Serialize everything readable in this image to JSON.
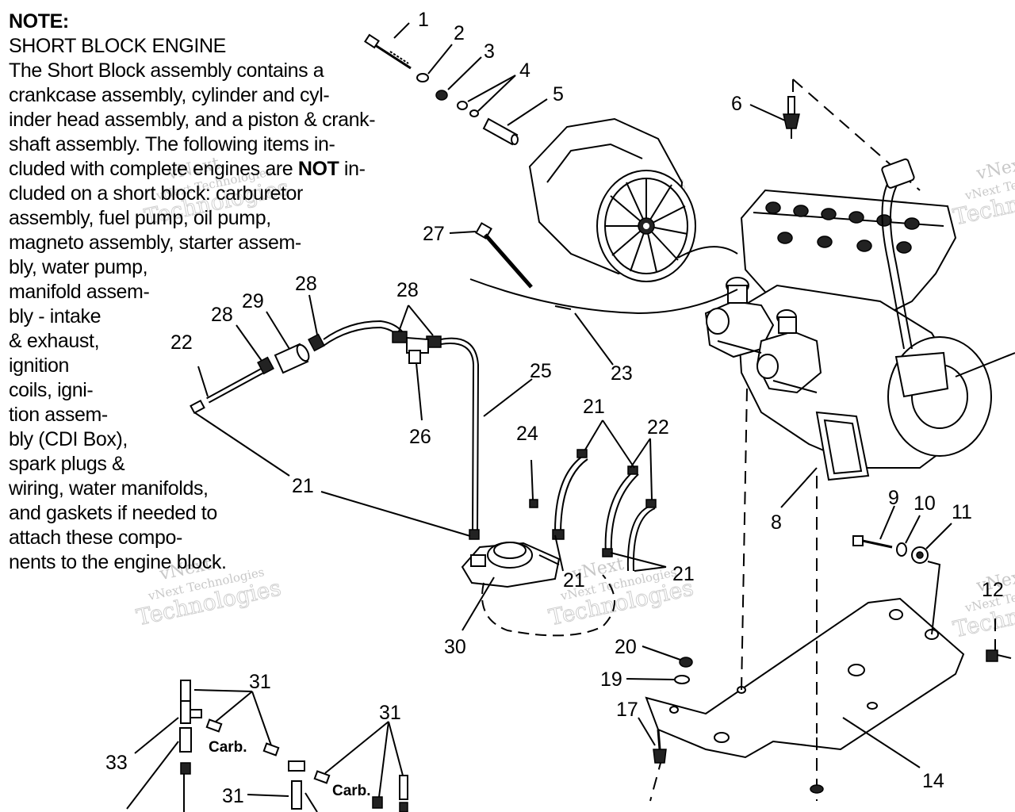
{
  "note": {
    "heading": "NOTE:",
    "subheading": "SHORT BLOCK ENGINE",
    "lines": [
      "The Short Block assembly contains a",
      "crankcase assembly, cylinder and cyl-",
      "inder head assembly, and a piston & crank-",
      "shaft assembly.  The following items in-"
    ],
    "line_not_pre": "cluded with complete engines are ",
    "line_not_bold": "NOT",
    "line_not_post": " in-",
    "lines_after": [
      "cluded on a short block: carburetor",
      "assembly, fuel pump, oil pump,",
      "magneto assembly, starter assem-",
      "bly, water pump,",
      "manifold assem-",
      "bly - intake",
      "& exhaust,",
      "ignition",
      "coils, igni-",
      "tion assem-",
      "bly (CDI Box),",
      "spark plugs &",
      "wiring, water manifolds,",
      "and gaskets if needed to",
      "attach these compo-",
      "nents to the engine block."
    ]
  },
  "callouts": {
    "c1": "1",
    "c2": "2",
    "c3": "3",
    "c4": "4",
    "c5": "5",
    "c6": "6",
    "c8": "8",
    "c9": "9",
    "c10": "10",
    "c11": "11",
    "c12": "12",
    "c14": "14",
    "c17": "17",
    "c19": "19",
    "c20": "20",
    "c21a": "21",
    "c21b": "21",
    "c21c": "21",
    "c21d": "21",
    "c22a": "22",
    "c22b": "22",
    "c23": "23",
    "c24": "24",
    "c25": "25",
    "c26": "26",
    "c27": "27",
    "c28a": "28",
    "c28b": "28",
    "c28c": "28",
    "c29": "29",
    "c30": "30",
    "c31a": "31",
    "c31b": "31",
    "c31c": "31",
    "c33": "33"
  },
  "labels": {
    "carb_a": "Carb.",
    "carb_b": "Carb."
  },
  "watermark": {
    "line1": "vNext",
    "line2": "vNext Technologies",
    "line3": "Technologies"
  }
}
